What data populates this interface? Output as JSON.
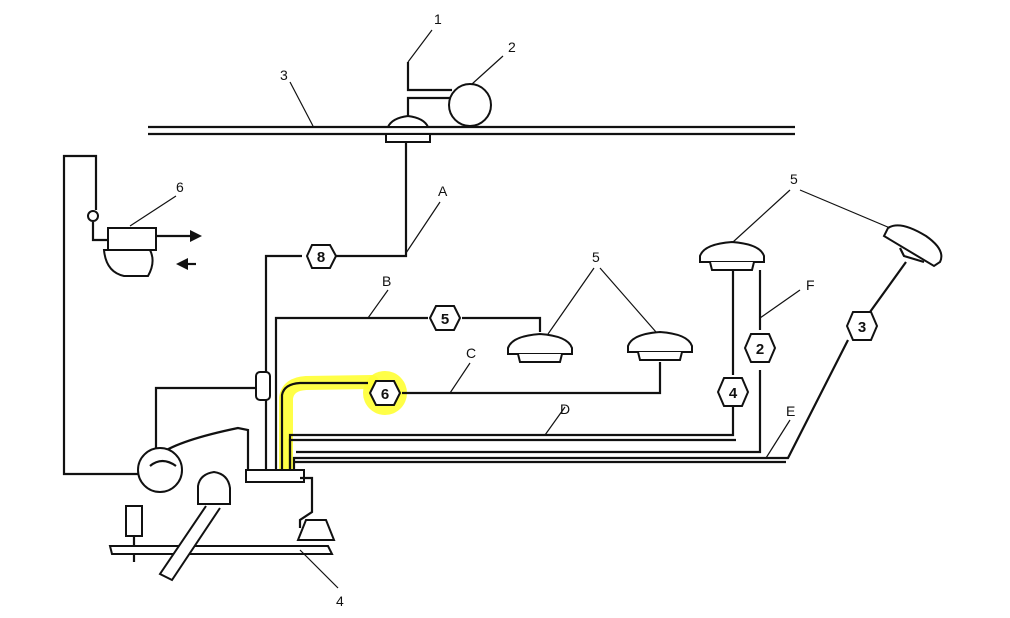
{
  "diagram": {
    "callouts": [
      "1",
      "2",
      "3",
      "4",
      "5",
      "5",
      "6"
    ],
    "lines": [
      "A",
      "B",
      "C",
      "D",
      "E",
      "F"
    ],
    "hoses": [
      "8",
      "5",
      "6",
      "4",
      "2",
      "3"
    ],
    "highlight_color": "#ffff33",
    "ink_color": "#111111"
  }
}
